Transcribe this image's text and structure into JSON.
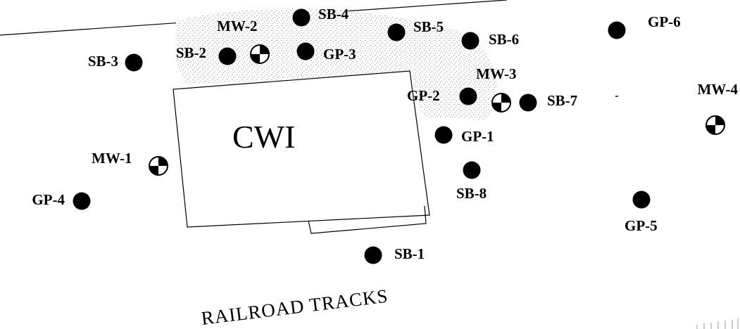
{
  "building": {
    "name": "CWI"
  },
  "railroad": {
    "label": "RAILROAD TRACKS"
  },
  "symbols": {
    "boring": "filled-circle",
    "monitoring_well": "quartered-circle"
  },
  "colors": {
    "ink": "#000000",
    "stipple": "#777777",
    "background": "#ffffff"
  },
  "points": [
    {
      "id": "SB-4",
      "label": "SB-4",
      "type": "boring"
    },
    {
      "id": "MW-2",
      "label": "MW-2",
      "type": "monitoring-well"
    },
    {
      "id": "SB-5",
      "label": "SB-5",
      "type": "boring"
    },
    {
      "id": "SB-6",
      "label": "SB-6",
      "type": "boring"
    },
    {
      "id": "GP-6",
      "label": "GP-6",
      "type": "boring"
    },
    {
      "id": "SB-3",
      "label": "SB-3",
      "type": "boring"
    },
    {
      "id": "SB-2",
      "label": "SB-2",
      "type": "boring"
    },
    {
      "id": "GP-3",
      "label": "GP-3",
      "type": "boring"
    },
    {
      "id": "MW-3",
      "label": "MW-3",
      "type": "monitoring-well"
    },
    {
      "id": "GP-2",
      "label": "GP-2",
      "type": "boring"
    },
    {
      "id": "SB-7",
      "label": "SB-7",
      "type": "boring"
    },
    {
      "id": "MW-4",
      "label": "MW-4",
      "type": "monitoring-well"
    },
    {
      "id": "GP-1",
      "label": "GP-1",
      "type": "boring"
    },
    {
      "id": "MW-1",
      "label": "MW-1",
      "type": "monitoring-well"
    },
    {
      "id": "SB-8",
      "label": "SB-8",
      "type": "boring"
    },
    {
      "id": "GP-4",
      "label": "GP-4",
      "type": "boring"
    },
    {
      "id": "GP-5",
      "label": "GP-5",
      "type": "boring"
    },
    {
      "id": "SB-1",
      "label": "SB-1",
      "type": "boring"
    }
  ]
}
